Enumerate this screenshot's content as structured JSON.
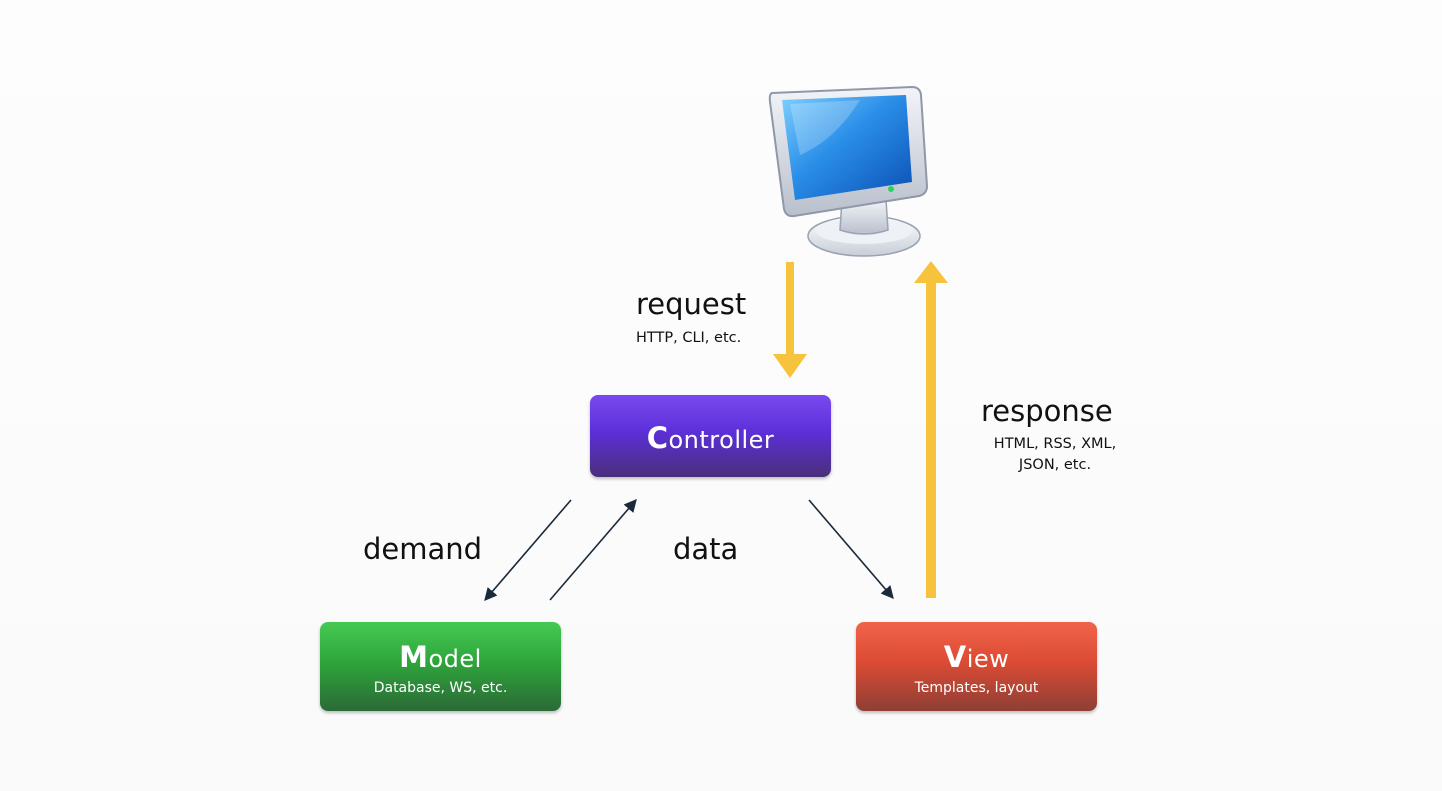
{
  "diagram": {
    "nodes": {
      "controller": {
        "initial": "C",
        "rest": "ontroller",
        "subtitle": ""
      },
      "model": {
        "initial": "M",
        "rest": "odel",
        "subtitle": "Database, WS, etc."
      },
      "view": {
        "initial": "V",
        "rest": "iew",
        "subtitle": "Templates, layout"
      },
      "client": {
        "icon": "computer-monitor-icon"
      }
    },
    "edges": {
      "request": {
        "label": "request",
        "sublabel": "HTTP, CLI, etc."
      },
      "response": {
        "label": "response",
        "sublabel_line1": "HTML, RSS, XML,",
        "sublabel_line2": "JSON, etc."
      },
      "demand": {
        "label": "demand"
      },
      "data": {
        "label": "data"
      }
    },
    "colors": {
      "controller": "#5c2fd8",
      "model": "#2ea53b",
      "view": "#dc4b34",
      "flow_arrow": "#f7c23c",
      "link_arrow": "#1a2a3a"
    }
  }
}
